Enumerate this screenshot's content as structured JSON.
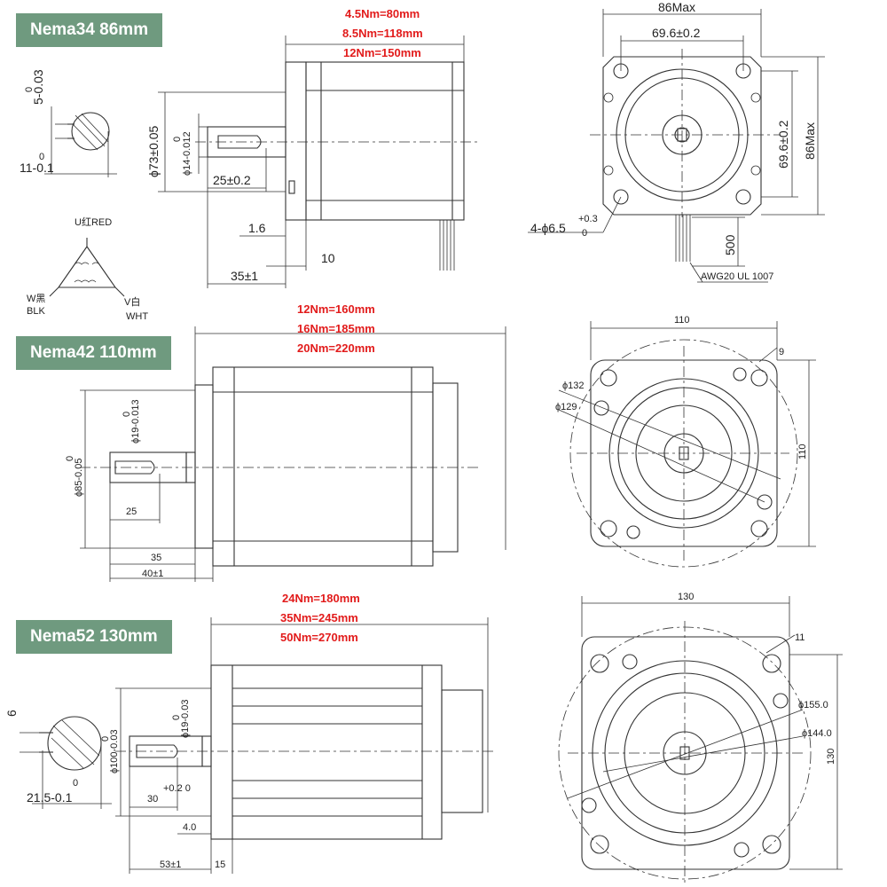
{
  "sections": {
    "nema34": {
      "title": "Nema34 86mm",
      "lengths": [
        "4.5Nm=80mm",
        "8.5Nm=118mm",
        "12Nm=150mm"
      ],
      "shaft_dim_flat": "5-0.03",
      "shaft_dim_flat_top": "0",
      "shaft_dim_width": "11-0.1",
      "shaft_dim_width_top": "0",
      "pilot_dia": "ϕ73±0.05",
      "shaft_dia": "ϕ14-0.012",
      "shaft_dia_top": "0",
      "key_len": "25±0.2",
      "flange_thk": "1.6",
      "shaft_len": "35±1",
      "flange_len": "10",
      "wiring": {
        "u": "U红RED",
        "w": "W黑",
        "w2": "BLK",
        "v": "V白",
        "v2": "WHT"
      },
      "front": {
        "outer": "86Max",
        "hole_pitch_h": "69.6±0.2",
        "hole_pitch_v": "69.6±0.2",
        "outer_v": "86Max",
        "holes": "4-ϕ6.5",
        "holes_tol_top": "+0.3",
        "holes_tol_bottom": "0",
        "lead_len": "500",
        "cable": "AWG20 UL 1007"
      }
    },
    "nema42": {
      "title": "Nema42 110mm",
      "lengths": [
        "12Nm=160mm",
        "16Nm=185mm",
        "20Nm=220mm"
      ],
      "pilot_dia": "ϕ85-0.05",
      "pilot_top": "0",
      "shaft_dia": "ϕ19-0.013",
      "shaft_top": "0",
      "key_len": "25",
      "flange_thk": "35",
      "shaft_len": "40±1",
      "front": {
        "outer_h": "110",
        "outer_v": "110",
        "bolt_circle": "ϕ132",
        "body_circle": "ϕ129",
        "hole": "9"
      }
    },
    "nema52": {
      "title": "Nema52 130mm",
      "lengths": [
        "24Nm=180mm",
        "35Nm=245mm",
        "50Nm=270mm"
      ],
      "key_h": "6",
      "shaft_dim": "21.5-0.1",
      "shaft_dim_top": "0",
      "pilot_dia": "ϕ100-0.03",
      "pilot_top": "0",
      "shaft_dia": "ϕ19-0.03",
      "shaft_top": "0",
      "key_len": "30",
      "key_tol": "+0.2 0",
      "flange_thk": "4.0",
      "shaft_len": "53±1",
      "flange_len": "15",
      "front": {
        "outer_h": "130",
        "outer_v": "130",
        "hole": "11",
        "bolt_circle": "ϕ155.0",
        "body_circle": "ϕ144.0"
      }
    }
  }
}
